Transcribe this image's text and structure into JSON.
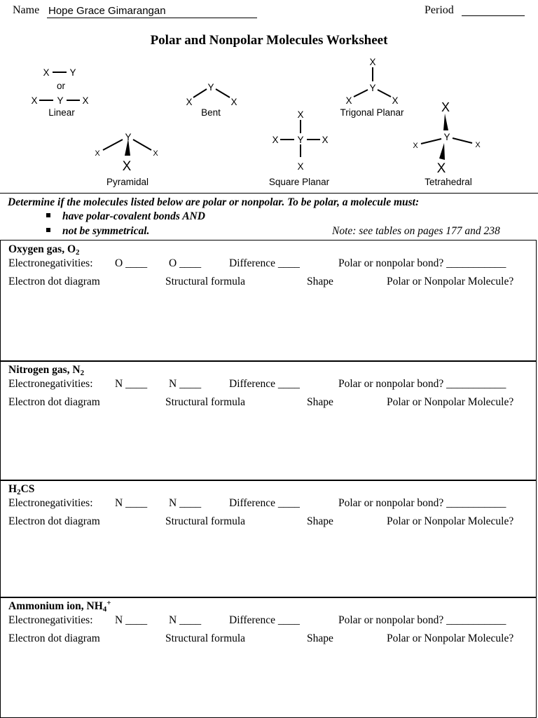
{
  "header": {
    "name_label": "Name",
    "name_value": "Hope Grace Gimarangan",
    "period_label": "Period",
    "period_blank": "__________"
  },
  "title": "Polar and Nonpolar Molecules Worksheet",
  "shapes": {
    "linear": {
      "label": "Linear",
      "or": "or",
      "atom_x": "X",
      "atom_y": "Y"
    },
    "bent": {
      "label": "Bent"
    },
    "trigonal_planar": {
      "label": "Trigonal Planar"
    },
    "pyramidal": {
      "label": "Pyramidal"
    },
    "square_planar": {
      "label": "Square Planar"
    },
    "tetrahedral": {
      "label": "Tetrahedral"
    }
  },
  "instructions": {
    "text": "Determine if the molecules listed below are polar or nonpolar. To be polar, a molecule must:",
    "bullets": [
      "have polar-covalent bonds AND",
      "not be symmetrical."
    ],
    "note": "Note: see tables on pages 177 and 238"
  },
  "molecules": [
    {
      "name": "Oxygen gas, O",
      "sub": "2",
      "sup": "",
      "formula_tail": "",
      "electroneg_label": "Electronegativities:",
      "atom1": "O ____",
      "atom2": "O ____",
      "difference": "Difference ____",
      "bond": "Polar or nonpolar bond? ___________",
      "col_dot": "Electron dot diagram",
      "col_struct": "Structural formula",
      "col_shape": "Shape",
      "col_polar": "Polar or Nonpolar Molecule?"
    },
    {
      "name": "Nitrogen gas, N",
      "sub": "2",
      "sup": "",
      "formula_tail": "",
      "electroneg_label": "Electronegativities:",
      "atom1": "N ____",
      "atom2": "N ____",
      "difference": "Difference ____",
      "bond": "Polar or nonpolar bond? ___________",
      "col_dot": "Electron dot diagram",
      "col_struct": "Structural formula",
      "col_shape": "Shape",
      "col_polar": "Polar or Nonpolar Molecule?"
    },
    {
      "name": "H",
      "sub": "2",
      "sup": "",
      "formula_tail": "CS",
      "electroneg_label": "Electronegativities:",
      "atom1": "N ____",
      "atom2": "N ____",
      "difference": "Difference ____",
      "bond": "Polar or nonpolar bond? ___________",
      "col_dot": "Electron dot diagram",
      "col_struct": "Structural formula",
      "col_shape": "Shape",
      "col_polar": "Polar or Nonpolar Molecule?"
    },
    {
      "name": "Ammonium ion, NH",
      "sub": "4",
      "sup": "+",
      "formula_tail": "",
      "electroneg_label": "Electronegativities:",
      "atom1": "N ____",
      "atom2": "N ____",
      "difference": "Difference ____",
      "bond": "Polar or nonpolar bond? ___________",
      "col_dot": "Electron dot diagram",
      "col_struct": "Structural formula",
      "col_shape": "Shape",
      "col_polar": "Polar or Nonpolar Molecule?"
    }
  ]
}
